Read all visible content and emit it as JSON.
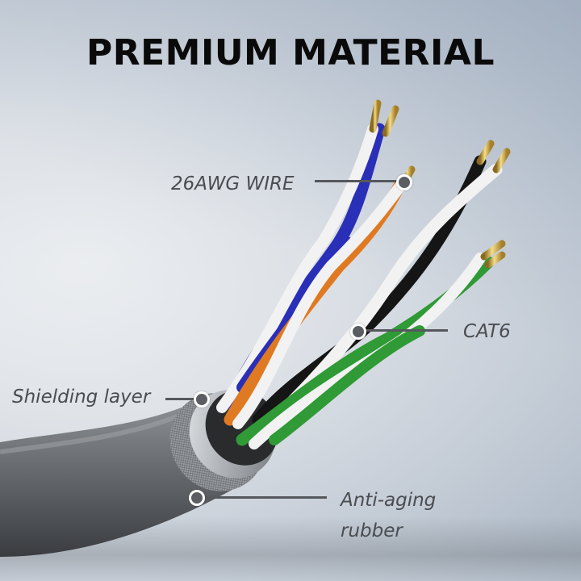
{
  "header": {
    "title": "PREMIUM MATERIAL"
  },
  "callouts": [
    {
      "id": "wire",
      "label": "26AWG WIRE"
    },
    {
      "id": "category",
      "label": "CAT6"
    },
    {
      "id": "shielding",
      "label": "Shielding layer"
    },
    {
      "id": "jacket",
      "label_line1": "Anti-aging",
      "label_line2": "rubber"
    }
  ],
  "illustration": {
    "subject": "twisted-pair-ethernet-cable",
    "wire_colors": {
      "blue": "#2a2fb8",
      "orange": "#e07a22",
      "black": "#151515",
      "green": "#2f9a36",
      "white": "#f2f2f2",
      "gold_tip": "#c9a84a"
    },
    "jacket_color": "#5f6266",
    "shield_color": "#b9bcc0"
  },
  "colors": {
    "title": "#0a0a0a",
    "label_text": "#4a4c50",
    "leader_line": "#55585c",
    "marker_fill": "#5a5d61",
    "marker_ring": "#ffffff"
  }
}
